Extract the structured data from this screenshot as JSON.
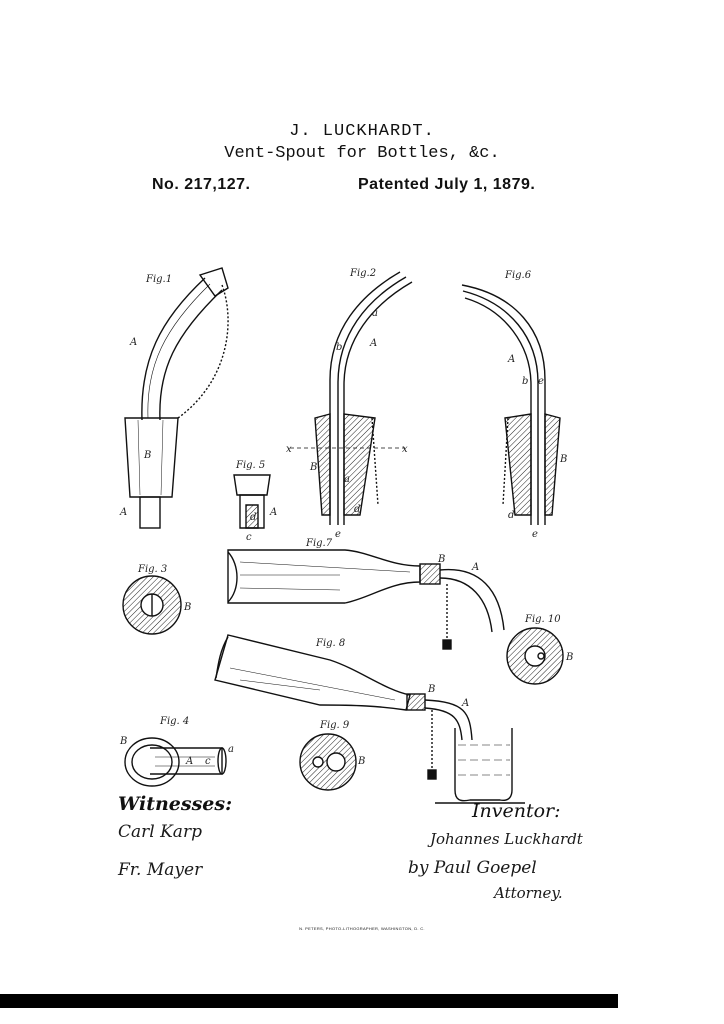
{
  "header": {
    "inventor": "J. LUCKHARDT.",
    "title": "Vent-Spout for Bottles, &c.",
    "patent_number": "No. 217,127.",
    "patent_date": "Patented July 1, 1879."
  },
  "figures": {
    "fig1": "Fig.1",
    "fig2": "Fig.2",
    "fig3": "Fig. 3",
    "fig4": "Fig. 4",
    "fig5": "Fig. 5",
    "fig6": "Fig.6",
    "fig7": "Fig.7",
    "fig8": "Fig. 8",
    "fig9": "Fig. 9",
    "fig10": "Fig. 10"
  },
  "reference_letters": {
    "A": "A",
    "B": "B",
    "a": "a",
    "b": "b",
    "c": "c",
    "d": "d",
    "e": "e",
    "x": "x"
  },
  "witnesses": {
    "heading": "Witnesses:",
    "names": [
      "Carl Karp",
      "Fr. Mayer"
    ]
  },
  "inventor_block": {
    "heading": "Inventor:",
    "signature": "Johannes Luckhardt",
    "by_attorney": "by Paul Goepel",
    "attorney_label": "Attorney."
  },
  "footer": {
    "credit": "N. PETERS, PHOTO-LITHOGRAPHER, WASHINGTON, D. C."
  }
}
